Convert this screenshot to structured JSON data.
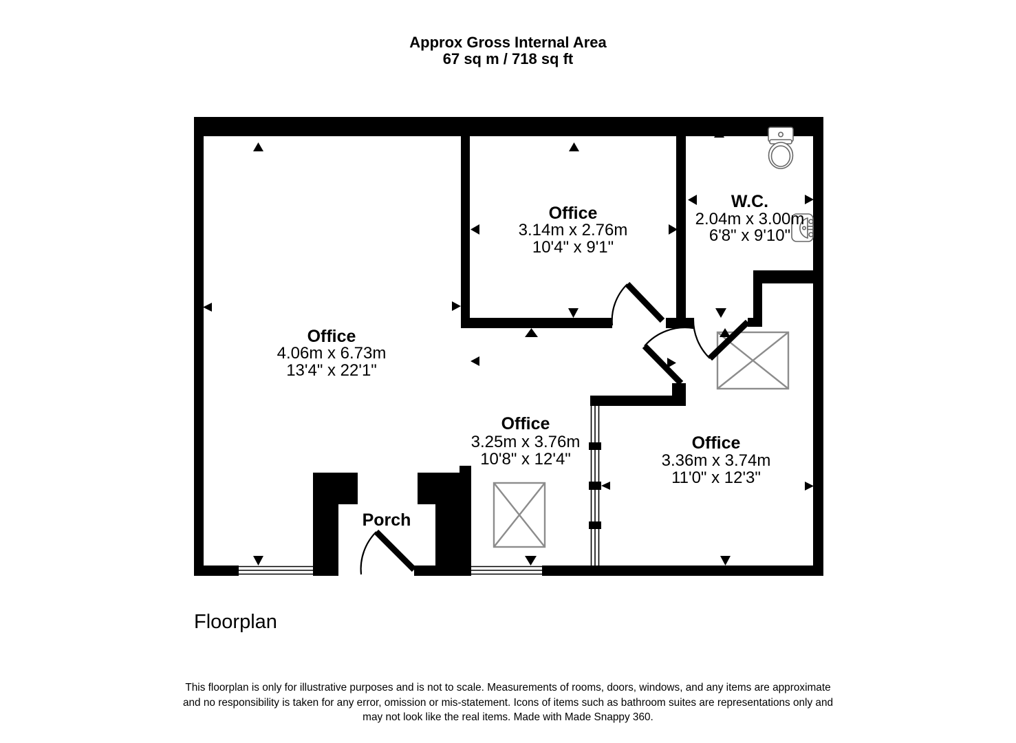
{
  "header": {
    "title": "Approx Gross Internal Area",
    "area": "67 sq m / 718 sq ft"
  },
  "rooms": {
    "office_nw": {
      "name": "Office",
      "metric": "4.06m x 6.73m",
      "imperial": "13'4\" x 22'1\""
    },
    "office_n": {
      "name": "Office",
      "metric": "3.14m x 2.76m",
      "imperial": "10'4\" x 9'1\""
    },
    "wc": {
      "name": "W.C.",
      "metric": "2.04m x 3.00m",
      "imperial": "6'8\" x 9'10\""
    },
    "office_sw": {
      "name": "Office",
      "metric": "3.25m x 3.76m",
      "imperial": "10'8\" x 12'4\""
    },
    "office_se": {
      "name": "Office",
      "metric": "3.36m x 3.74m",
      "imperial": "11'0\" x 12'3\""
    },
    "porch": {
      "name": "Porch"
    }
  },
  "caption": "Floorplan",
  "disclaimer": {
    "line1": "This floorplan is only for illustrative purposes and is not to scale. Measurements of rooms, doors, windows, and any items are approximate",
    "line2": "and no responsibility is taken for any error, omission or mis-statement. Icons of items such as bathroom suites are representations only and",
    "line3": "may not look like the real items. Made with Made Snappy 360."
  },
  "icons": {
    "toilet": "toilet-icon",
    "sink": "sink-icon",
    "cupboard": "cupboard-icon"
  },
  "colors": {
    "walls": "#000000",
    "text": "#000000",
    "fixtures": "#666666",
    "cupboard": "#8c8c8c",
    "background": "#ffffff"
  }
}
